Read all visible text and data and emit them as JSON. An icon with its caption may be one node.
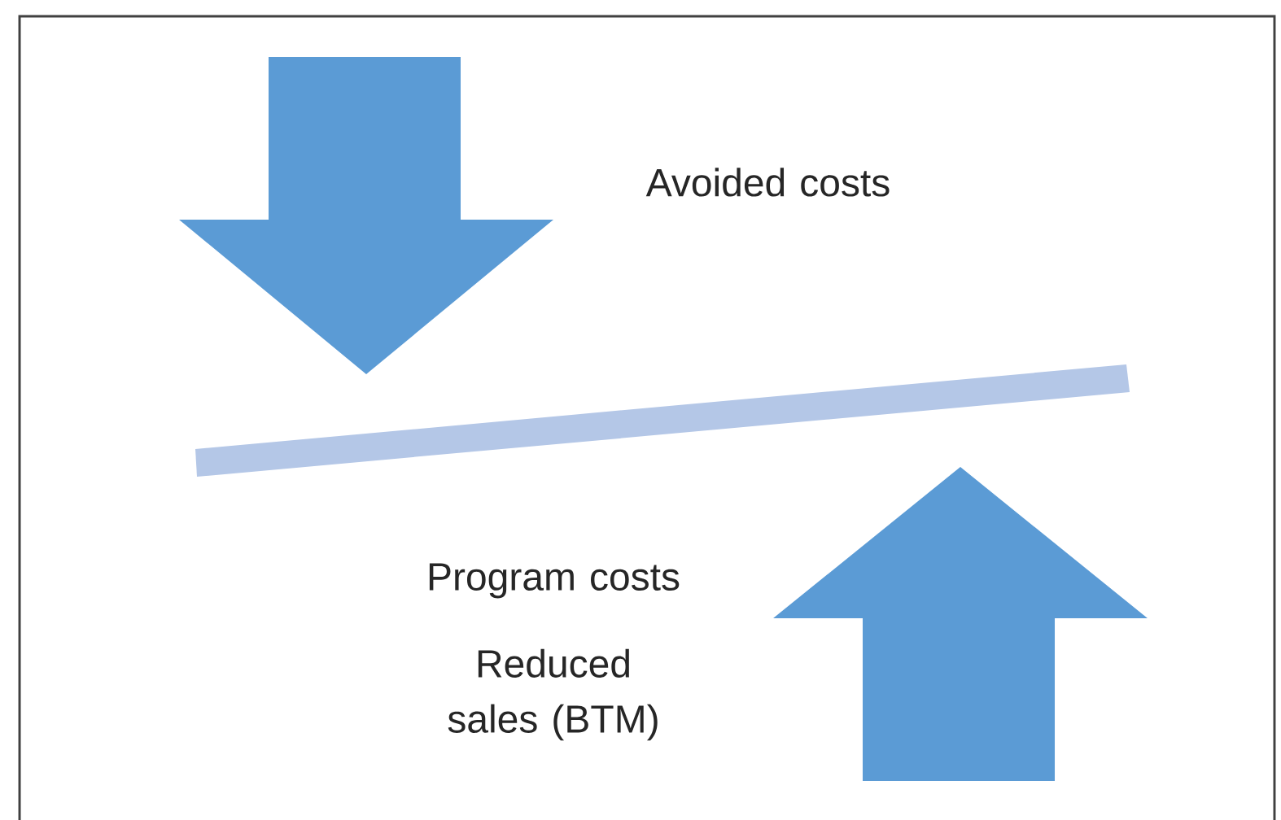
{
  "diagram": {
    "labels": [
      "Avoided costs",
      "Program costs",
      "Reduced sales (BTM)"
    ]
  }
}
